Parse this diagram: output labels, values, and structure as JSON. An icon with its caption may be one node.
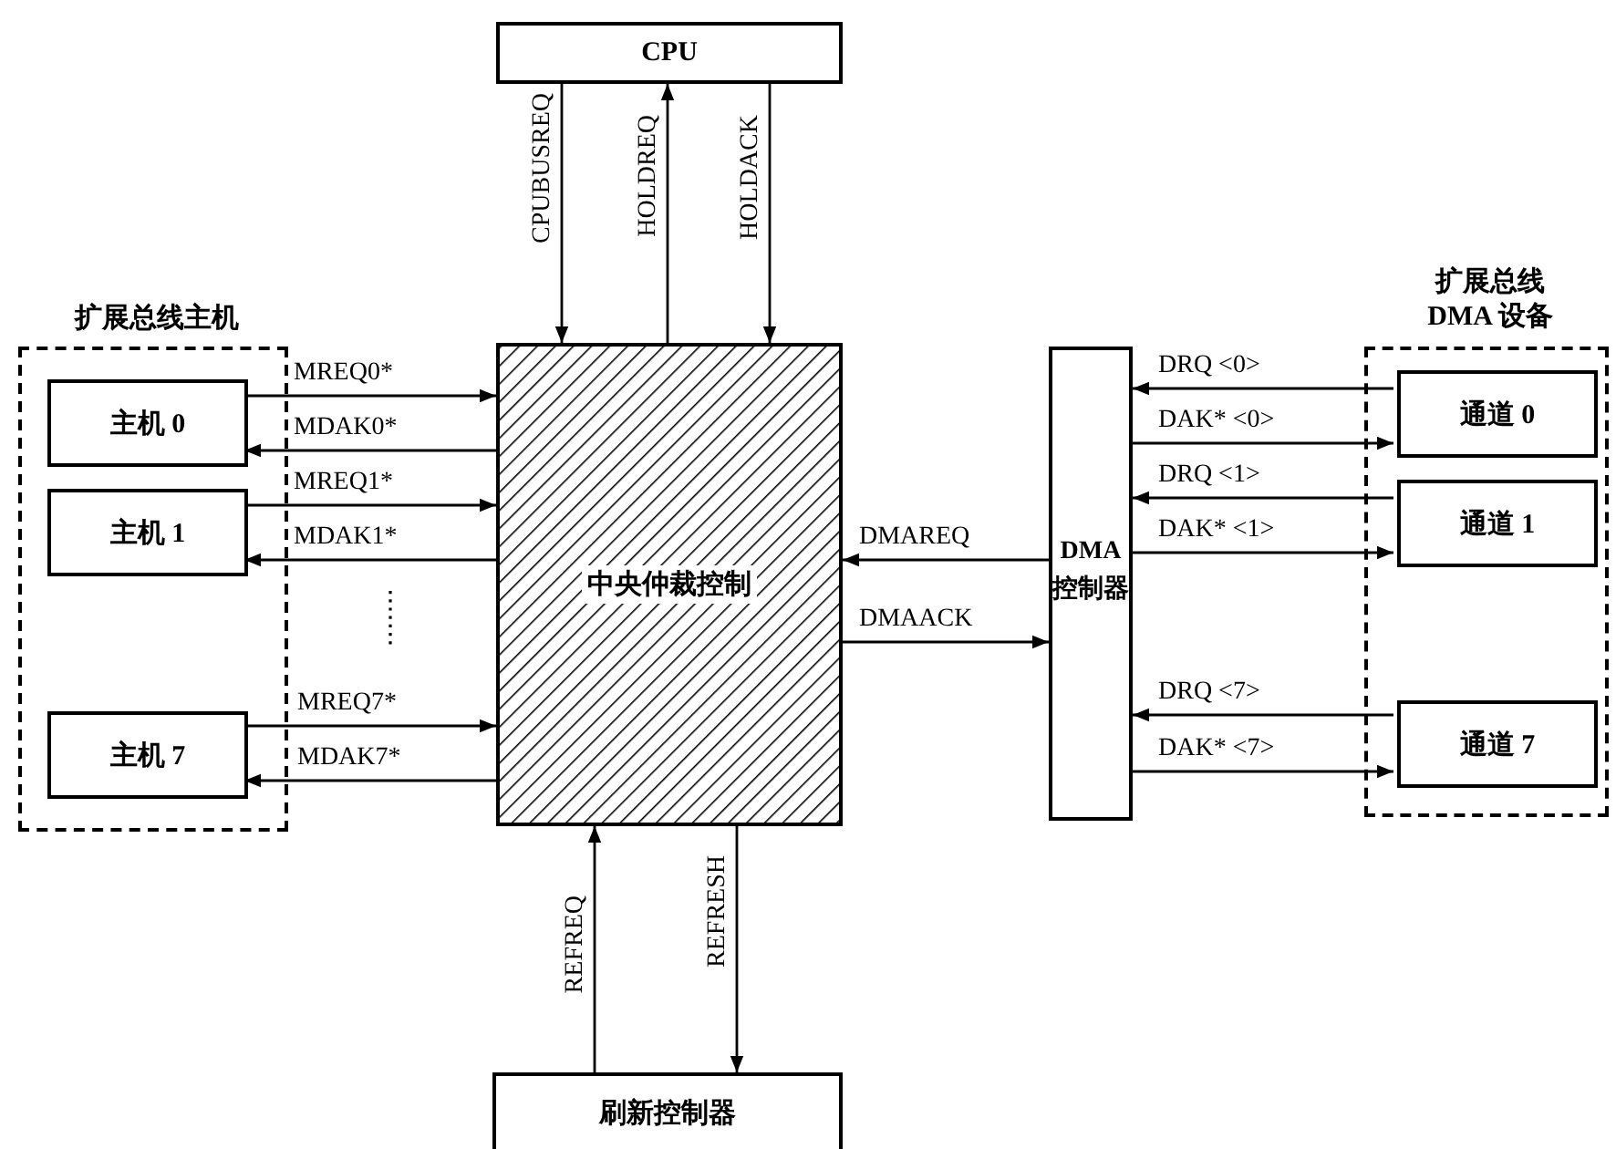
{
  "diagram": {
    "nodes": [
      {
        "text": [
          "扩展总线主机"
        ]
      },
      {
        "text": [
          "主机 0"
        ],
        "in": 0
      },
      {
        "text": [
          "主机 1"
        ],
        "in": 0
      },
      {
        "text": [
          "主机 7"
        ],
        "in": 0
      },
      {
        "text": [
          "CPU"
        ]
      },
      {
        "text": [
          "中央仲裁控制"
        ]
      },
      {
        "text": [
          "DMA 控制器"
        ]
      },
      {
        "text": [
          "扩展总线 DMA 设备"
        ]
      },
      {
        "text": [
          "通道 0"
        ],
        "in": 7
      },
      {
        "text": [
          "通道 1"
        ],
        "in": 7
      },
      {
        "text": [
          "通道 7"
        ],
        "in": 7
      },
      {
        "text": [
          "刷新控制器"
        ]
      }
    ],
    "edges": [
      {
        "from": 1,
        "to": 5,
        "arrow": "to",
        "label": "MREQ0*"
      },
      {
        "from": 5,
        "to": 1,
        "arrow": "to",
        "label": "MDAK0*"
      },
      {
        "from": 2,
        "to": 5,
        "arrow": "to",
        "label": "MREQ1*"
      },
      {
        "from": 5,
        "to": 2,
        "arrow": "to",
        "label": "MDAK1*"
      },
      {
        "from": 3,
        "to": 5,
        "arrow": "to",
        "label": "MREQ7*"
      },
      {
        "from": 5,
        "to": 3,
        "arrow": "to",
        "label": "MDAK7*"
      },
      {
        "from": 4,
        "to": 5,
        "arrow": "to",
        "label": "CPUBUSREQ"
      },
      {
        "from": 5,
        "to": 4,
        "arrow": "to",
        "label": "HOLDREQ"
      },
      {
        "from": 4,
        "to": 5,
        "arrow": "to",
        "label": "HOLDACK"
      },
      {
        "from": 6,
        "to": 5,
        "arrow": "to",
        "label": "DMAREQ"
      },
      {
        "from": 5,
        "to": 6,
        "arrow": "to",
        "label": "DMAACK"
      },
      {
        "from": 8,
        "to": 6,
        "arrow": "to",
        "label": "DRQ <0>"
      },
      {
        "from": 6,
        "to": 8,
        "arrow": "to",
        "label": "DAK* <0>"
      },
      {
        "from": 9,
        "to": 6,
        "arrow": "to",
        "label": "DRQ <1>"
      },
      {
        "from": 6,
        "to": 9,
        "arrow": "to",
        "label": "DAK* <1>"
      },
      {
        "from": 10,
        "to": 6,
        "arrow": "to",
        "label": "DRQ <7>"
      },
      {
        "from": 6,
        "to": 10,
        "arrow": "to",
        "label": "DAK* <7>"
      },
      {
        "from": 11,
        "to": 5,
        "arrow": "to",
        "label": "REFREQ"
      },
      {
        "from": 5,
        "to": 11,
        "arrow": "to",
        "label": "REFRESH"
      }
    ]
  }
}
